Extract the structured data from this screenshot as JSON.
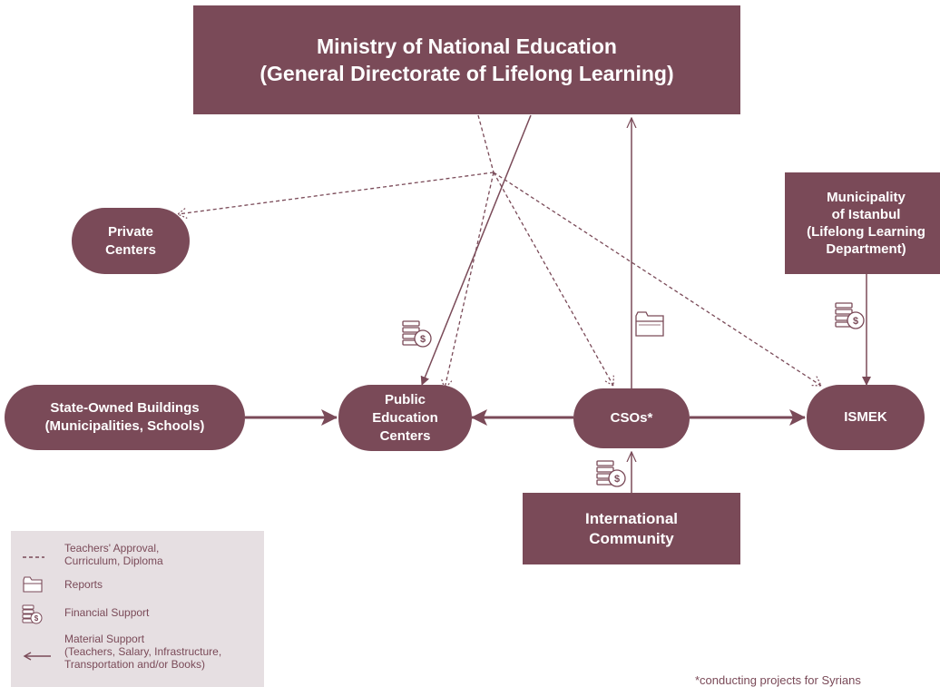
{
  "nodes": {
    "ministry": {
      "line1": "Ministry of National Education",
      "line2": "(General Directorate of Lifelong Learning)"
    },
    "private_centers": {
      "line1": "Private",
      "line2": "Centers"
    },
    "municipality_istanbul": {
      "line1": "Municipality",
      "line2": "of Istanbul",
      "line3": "(Lifelong Learning",
      "line4": "Department)"
    },
    "state_owned": {
      "line1": "State-Owned Buildings",
      "line2": "(Municipalities, Schools)"
    },
    "public_education": {
      "line1": "Public",
      "line2": "Education",
      "line3": "Centers"
    },
    "csos": {
      "label": "CSOs*"
    },
    "ismek": {
      "label": "ISMEK"
    },
    "international": {
      "line1": "International",
      "line2": "Community"
    }
  },
  "legend": {
    "teachers_approval": "Teachers' Approval,\nCurriculum, Diploma",
    "reports": "Reports",
    "financial_support": "Financial Support",
    "material_support": "Material Support\n(Teachers, Salary, Infrastructure,\nTransportation and/or Books)"
  },
  "footnote": "*conducting projects for Syrians",
  "colors": {
    "primary": "#7a4a58",
    "legend_bg": "#e6dfe2",
    "text_on_primary": "#ffffff"
  },
  "icons": {
    "reports": "folder-icon",
    "financial": "coins-icon",
    "dashed_line": "dashed-line-icon",
    "arrow": "arrow-left-icon"
  }
}
